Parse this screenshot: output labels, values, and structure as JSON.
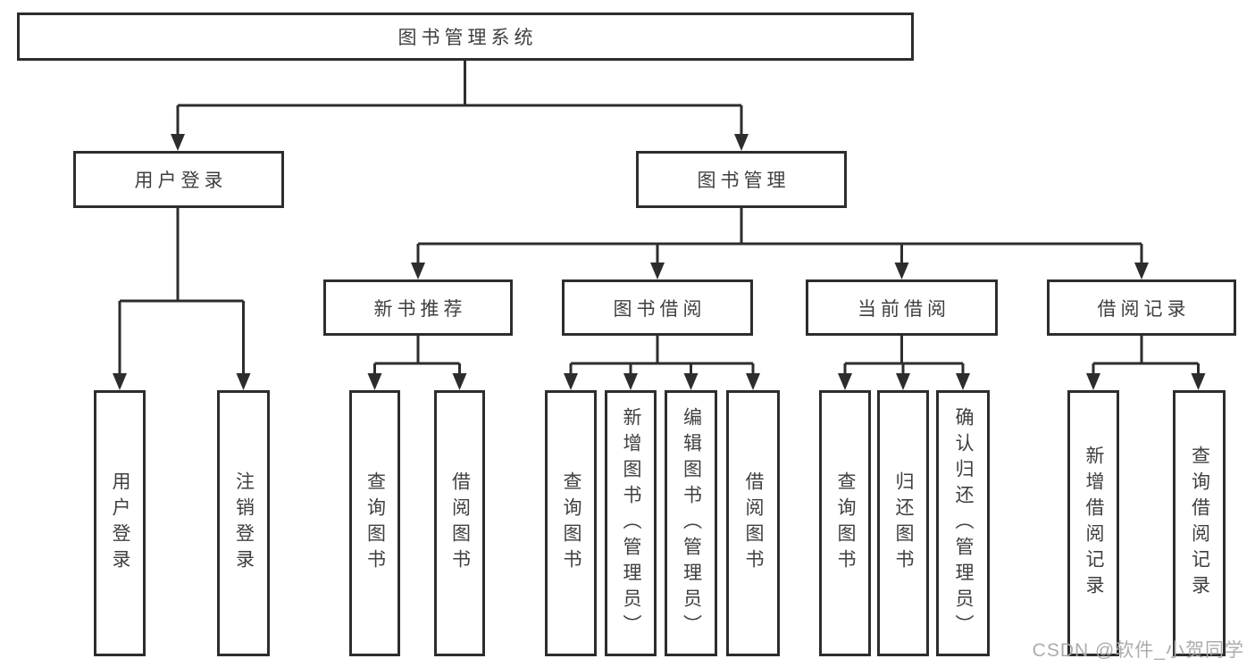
{
  "diagram_title": "图书管理系统",
  "colors": {
    "background": "#ffffff",
    "line": "#2d2d2f",
    "text": "#3e3f42",
    "watermark": "#a8a8aa"
  },
  "tree": {
    "root": {
      "label": "图书管理系统",
      "children": [
        {
          "label": "用户登录",
          "children": [
            {
              "label": "用户登录"
            },
            {
              "label": "注销登录"
            }
          ]
        },
        {
          "label": "图书管理",
          "children": [
            {
              "label": "新书推荐",
              "children": [
                {
                  "label": "查询图书"
                },
                {
                  "label": "借阅图书"
                }
              ]
            },
            {
              "label": "图书借阅",
              "children": [
                {
                  "label": "查询图书"
                },
                {
                  "label": "新增图书（管理员）"
                },
                {
                  "label": "编辑图书（管理员）"
                },
                {
                  "label": "借阅图书"
                }
              ]
            },
            {
              "label": "当前借阅",
              "children": [
                {
                  "label": "查询图书"
                },
                {
                  "label": "归还图书"
                },
                {
                  "label": "确认归还（管理员）"
                }
              ]
            },
            {
              "label": "借阅记录",
              "children": [
                {
                  "label": "新增借阅记录"
                },
                {
                  "label": "查询借阅记录"
                }
              ]
            }
          ]
        }
      ]
    }
  },
  "watermark": "CSDN @软件_小贺同学"
}
